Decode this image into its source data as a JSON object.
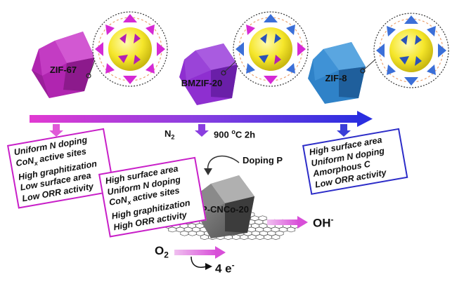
{
  "materials": {
    "zif67": "ZIF-67",
    "bmzif": "BMZIF-20",
    "zif8": "ZIF-8",
    "product": "P-CNCo-20"
  },
  "conditions": {
    "gas": "N",
    "gas_sub": "2",
    "temp_prefix": "900 ",
    "temp_sup": "o",
    "temp_suffix": "C 2h",
    "doping": "Doping P"
  },
  "reaction": {
    "reactant": "O",
    "reactant_sub": "2",
    "electrons": "4 e",
    "electrons_sup": "-",
    "product": "OH",
    "product_sup": "-"
  },
  "boxes": {
    "left": [
      "Uniform N doping",
      "CoN_x active sites",
      "High graphitization",
      "Low surface area",
      "Low ORR activity"
    ],
    "middle": [
      "High surface area",
      "Uniform N doping",
      "CoN_x active sites",
      "High graphitization",
      "High ORR activity"
    ],
    "right": [
      "High surface area",
      "Uniform N doping",
      "Amorphous C",
      "Low ORR activity"
    ]
  },
  "colors": {
    "zif67": "#b025b0",
    "bmzif": "#8e2fd0",
    "zif8": "#2f82c8",
    "arrow_start": "#e23ad2",
    "arrow_end": "#2a2ee0",
    "cage_sphere": "#f5e62a"
  }
}
